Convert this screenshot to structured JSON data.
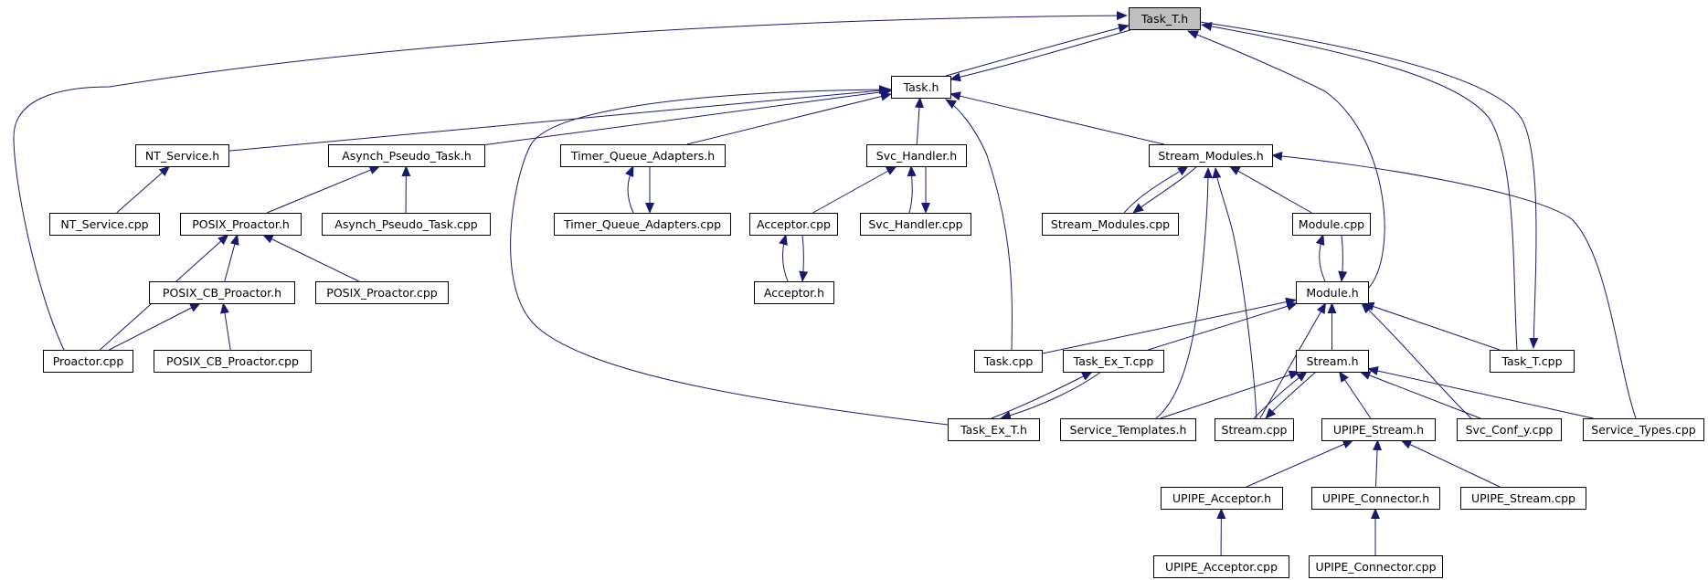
{
  "graph": {
    "root": "task_t_h",
    "colors": {
      "edge": "#191970",
      "node_border": "#000000",
      "root_fill": "#bfbfbf",
      "node_fill": "#ffffff"
    },
    "nodes": [
      {
        "id": "task_t_h",
        "label": "Task_T.h"
      },
      {
        "id": "task_h",
        "label": "Task.h"
      },
      {
        "id": "nt_service_h",
        "label": "NT_Service.h"
      },
      {
        "id": "asynch_pseudo_task_h",
        "label": "Asynch_Pseudo_Task.h"
      },
      {
        "id": "timer_queue_adapters_h",
        "label": "Timer_Queue_Adapters.h"
      },
      {
        "id": "svc_handler_h",
        "label": "Svc_Handler.h"
      },
      {
        "id": "stream_modules_h",
        "label": "Stream_Modules.h"
      },
      {
        "id": "nt_service_cpp",
        "label": "NT_Service.cpp"
      },
      {
        "id": "posix_proactor_h",
        "label": "POSIX_Proactor.h"
      },
      {
        "id": "asynch_pseudo_task_cpp",
        "label": "Asynch_Pseudo_Task.cpp"
      },
      {
        "id": "timer_queue_adapters_cpp",
        "label": "Timer_Queue_Adapters.cpp"
      },
      {
        "id": "acceptor_cpp",
        "label": "Acceptor.cpp"
      },
      {
        "id": "svc_handler_cpp",
        "label": "Svc_Handler.cpp"
      },
      {
        "id": "stream_modules_cpp",
        "label": "Stream_Modules.cpp"
      },
      {
        "id": "module_cpp",
        "label": "Module.cpp"
      },
      {
        "id": "posix_cb_proactor_h",
        "label": "POSIX_CB_Proactor.h"
      },
      {
        "id": "posix_proactor_cpp",
        "label": "POSIX_Proactor.cpp"
      },
      {
        "id": "acceptor_h",
        "label": "Acceptor.h"
      },
      {
        "id": "module_h",
        "label": "Module.h"
      },
      {
        "id": "proactor_cpp",
        "label": "Proactor.cpp"
      },
      {
        "id": "posix_cb_proactor_cpp",
        "label": "POSIX_CB_Proactor.cpp"
      },
      {
        "id": "task_cpp",
        "label": "Task.cpp"
      },
      {
        "id": "task_ex_t_cpp",
        "label": "Task_Ex_T.cpp"
      },
      {
        "id": "stream_h",
        "label": "Stream.h"
      },
      {
        "id": "task_t_cpp",
        "label": "Task_T.cpp"
      },
      {
        "id": "task_ex_t_h",
        "label": "Task_Ex_T.h"
      },
      {
        "id": "service_templates_h",
        "label": "Service_Templates.h"
      },
      {
        "id": "stream_cpp",
        "label": "Stream.cpp"
      },
      {
        "id": "upipe_stream_h",
        "label": "UPIPE_Stream.h"
      },
      {
        "id": "svc_conf_y_cpp",
        "label": "Svc_Conf_y.cpp"
      },
      {
        "id": "service_types_cpp",
        "label": "Service_Types.cpp"
      },
      {
        "id": "upipe_acceptor_h",
        "label": "UPIPE_Acceptor.h"
      },
      {
        "id": "upipe_connector_h",
        "label": "UPIPE_Connector.h"
      },
      {
        "id": "upipe_stream_cpp",
        "label": "UPIPE_Stream.cpp"
      },
      {
        "id": "upipe_acceptor_cpp",
        "label": "UPIPE_Acceptor.cpp"
      },
      {
        "id": "upipe_connector_cpp",
        "label": "UPIPE_Connector.cpp"
      }
    ],
    "edges": [
      {
        "from": "task_h",
        "to": "task_t_h"
      },
      {
        "from": "task_t_h",
        "to": "task_h"
      },
      {
        "from": "proactor_cpp",
        "to": "task_t_h"
      },
      {
        "from": "module_h",
        "to": "task_t_h"
      },
      {
        "from": "task_t_cpp",
        "to": "task_t_h"
      },
      {
        "from": "task_t_h",
        "to": "task_t_cpp"
      },
      {
        "from": "nt_service_h",
        "to": "task_h"
      },
      {
        "from": "asynch_pseudo_task_h",
        "to": "task_h"
      },
      {
        "from": "timer_queue_adapters_h",
        "to": "task_h"
      },
      {
        "from": "svc_handler_h",
        "to": "task_h"
      },
      {
        "from": "stream_modules_h",
        "to": "task_h"
      },
      {
        "from": "task_cpp",
        "to": "task_h"
      },
      {
        "from": "task_ex_t_h",
        "to": "task_h"
      },
      {
        "from": "nt_service_cpp",
        "to": "nt_service_h"
      },
      {
        "from": "posix_proactor_h",
        "to": "asynch_pseudo_task_h"
      },
      {
        "from": "asynch_pseudo_task_cpp",
        "to": "asynch_pseudo_task_h"
      },
      {
        "from": "timer_queue_adapters_cpp",
        "to": "timer_queue_adapters_h"
      },
      {
        "from": "timer_queue_adapters_h",
        "to": "timer_queue_adapters_cpp"
      },
      {
        "from": "acceptor_cpp",
        "to": "svc_handler_h"
      },
      {
        "from": "svc_handler_cpp",
        "to": "svc_handler_h"
      },
      {
        "from": "svc_handler_h",
        "to": "svc_handler_cpp"
      },
      {
        "from": "acceptor_h",
        "to": "acceptor_cpp"
      },
      {
        "from": "acceptor_cpp",
        "to": "acceptor_h"
      },
      {
        "from": "stream_modules_cpp",
        "to": "stream_modules_h"
      },
      {
        "from": "stream_modules_h",
        "to": "stream_modules_cpp"
      },
      {
        "from": "module_cpp",
        "to": "stream_modules_h"
      },
      {
        "from": "service_templates_h",
        "to": "stream_modules_h"
      },
      {
        "from": "stream_cpp",
        "to": "stream_modules_h"
      },
      {
        "from": "service_types_cpp",
        "to": "stream_modules_h"
      },
      {
        "from": "posix_cb_proactor_h",
        "to": "posix_proactor_h"
      },
      {
        "from": "posix_proactor_cpp",
        "to": "posix_proactor_h"
      },
      {
        "from": "proactor_cpp",
        "to": "posix_proactor_h"
      },
      {
        "from": "proactor_cpp",
        "to": "posix_cb_proactor_h"
      },
      {
        "from": "posix_cb_proactor_cpp",
        "to": "posix_cb_proactor_h"
      },
      {
        "from": "module_h",
        "to": "module_cpp"
      },
      {
        "from": "module_cpp",
        "to": "module_h"
      },
      {
        "from": "task_cpp",
        "to": "module_h"
      },
      {
        "from": "task_ex_t_cpp",
        "to": "module_h"
      },
      {
        "from": "stream_h",
        "to": "module_h"
      },
      {
        "from": "task_t_cpp",
        "to": "module_h"
      },
      {
        "from": "svc_conf_y_cpp",
        "to": "module_h"
      },
      {
        "from": "stream_cpp",
        "to": "module_h"
      },
      {
        "from": "task_ex_t_h",
        "to": "task_ex_t_cpp"
      },
      {
        "from": "task_ex_t_cpp",
        "to": "task_ex_t_h"
      },
      {
        "from": "service_templates_h",
        "to": "stream_h"
      },
      {
        "from": "stream_cpp",
        "to": "stream_h"
      },
      {
        "from": "stream_h",
        "to": "stream_cpp"
      },
      {
        "from": "upipe_stream_h",
        "to": "stream_h"
      },
      {
        "from": "svc_conf_y_cpp",
        "to": "stream_h"
      },
      {
        "from": "service_types_cpp",
        "to": "stream_h"
      },
      {
        "from": "upipe_acceptor_h",
        "to": "upipe_stream_h"
      },
      {
        "from": "upipe_connector_h",
        "to": "upipe_stream_h"
      },
      {
        "from": "upipe_stream_cpp",
        "to": "upipe_stream_h"
      },
      {
        "from": "upipe_acceptor_cpp",
        "to": "upipe_acceptor_h"
      },
      {
        "from": "upipe_connector_cpp",
        "to": "upipe_connector_h"
      }
    ]
  }
}
